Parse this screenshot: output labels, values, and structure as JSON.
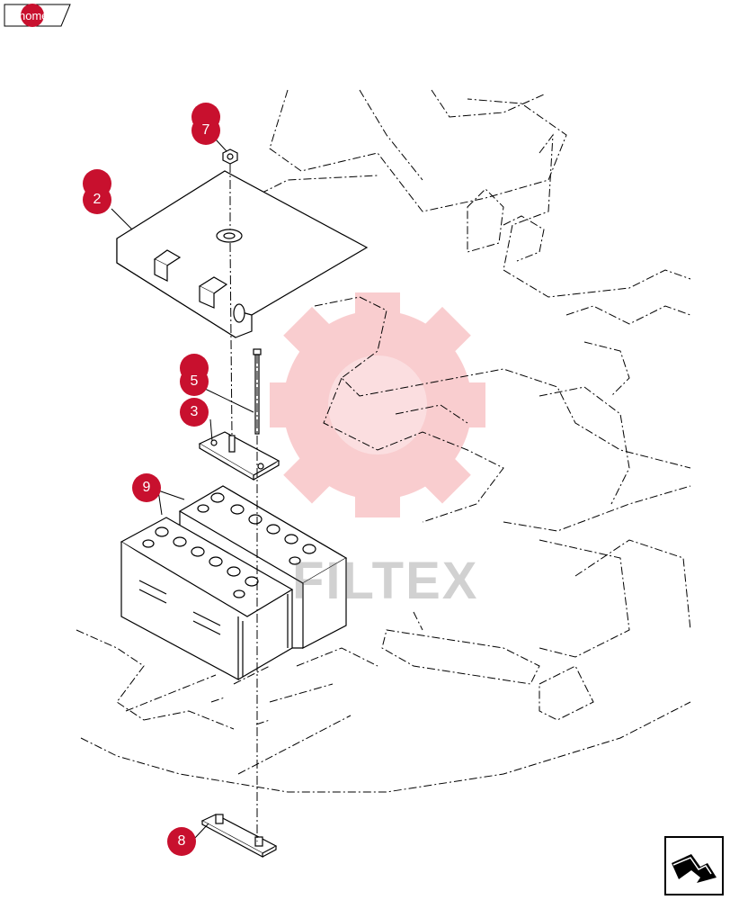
{
  "header": {
    "home_label": "home"
  },
  "callouts": {
    "c7": "7",
    "c2": "2",
    "c5": "5",
    "c3": "3",
    "c9": "9",
    "c8": "8"
  },
  "watermark": {
    "text": "FILTEX"
  },
  "colors": {
    "callout": "#c8102e",
    "line": "#000000",
    "watermark": "#f4c2c2"
  },
  "icons": {
    "home": "home-tab-icon",
    "next": "next-page-arrow-icon"
  }
}
